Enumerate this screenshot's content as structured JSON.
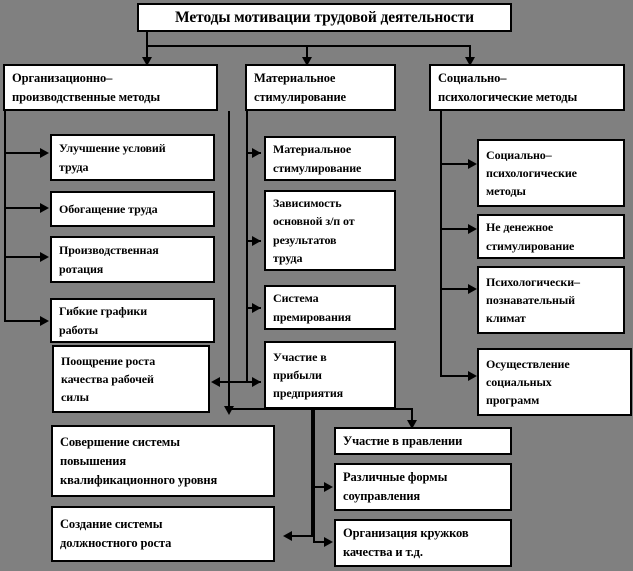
{
  "diagram": {
    "title": "Методы мотивации трудовой деятельности",
    "background_color": "#808080",
    "box_fill_color": "#ffffff",
    "line_color": "#000000"
  },
  "columns": {
    "left": {
      "header": "Организационно–\nпроизводственные методы",
      "items": [
        "Улучшение  условий\nтруда",
        "Обогащение труда",
        "Производственная\nротация",
        "Гибкие графики\nработы",
        "Поощрение роста\nкачества рабочей\nсилы"
      ]
    },
    "middle": {
      "header": "Материальное\nстимулирование",
      "items": [
        "Материальное\nстимулирование",
        "Зависимость\nосновной з/п от\nрезультатов\nтруда",
        "Система\nпремирования",
        "Участие в\nприбыли\nпредприятия"
      ]
    },
    "right": {
      "header": "Социально–\nпсихологические методы",
      "items": [
        "Социально–\nпсихологические\nметоды",
        "Не денежное\nстимулирование",
        "Психологически–\nпознавательный\nклимат",
        "Осуществление\nсоциальных\nпрограмм"
      ]
    }
  },
  "bottom": {
    "left_items": [
      "Совершение системы\nповышения\nквалификационного уровня",
      "Создание системы\nдолжностного роста"
    ],
    "right_items": [
      "Участие в правлении",
      "Различные формы\nсоуправления",
      "Организация кружков\nкачества и т.д."
    ]
  }
}
